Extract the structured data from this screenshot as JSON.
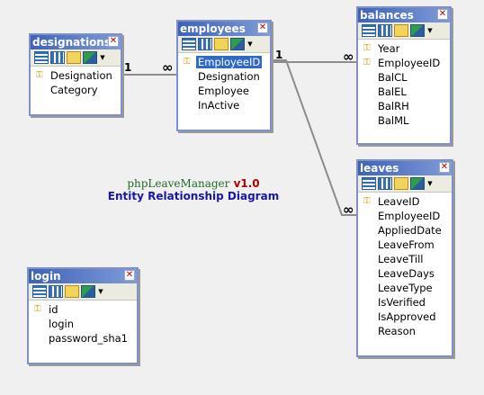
{
  "diagram": {
    "caption": {
      "app": "phpLeaveManager",
      "version": "v1.0",
      "subtitle": "Entity Relationship Diagram"
    },
    "tables": {
      "designations": {
        "title": "designations",
        "fields": [
          {
            "name": "Designation",
            "pk": true
          },
          {
            "name": "Category",
            "pk": false
          }
        ]
      },
      "employees": {
        "title": "employees",
        "fields": [
          {
            "name": "EmployeeID",
            "pk": true,
            "selected": true
          },
          {
            "name": "Designation",
            "pk": false
          },
          {
            "name": "Employee",
            "pk": false
          },
          {
            "name": "InActive",
            "pk": false
          }
        ]
      },
      "balances": {
        "title": "balances",
        "fields": [
          {
            "name": "Year",
            "pk": true
          },
          {
            "name": "EmployeeID",
            "pk": true
          },
          {
            "name": "BalCL",
            "pk": false
          },
          {
            "name": "BalEL",
            "pk": false
          },
          {
            "name": "BalRH",
            "pk": false
          },
          {
            "name": "BalML",
            "pk": false
          }
        ]
      },
      "leaves": {
        "title": "leaves",
        "fields": [
          {
            "name": "LeaveID",
            "pk": true
          },
          {
            "name": "EmployeeID",
            "pk": false
          },
          {
            "name": "AppliedDate",
            "pk": false
          },
          {
            "name": "LeaveFrom",
            "pk": false
          },
          {
            "name": "LeaveTill",
            "pk": false
          },
          {
            "name": "LeaveDays",
            "pk": false
          },
          {
            "name": "LeaveType",
            "pk": false
          },
          {
            "name": "IsVerified",
            "pk": false
          },
          {
            "name": "IsApproved",
            "pk": false
          },
          {
            "name": "Reason",
            "pk": false
          }
        ]
      },
      "login": {
        "title": "login",
        "fields": [
          {
            "name": "id",
            "pk": true
          },
          {
            "name": "login",
            "pk": false
          },
          {
            "name": "password_sha1",
            "pk": false
          }
        ]
      }
    },
    "relationships": [
      {
        "from": "designations",
        "to": "employees",
        "from_card": "1",
        "to_card": "∞"
      },
      {
        "from": "employees",
        "to": "balances",
        "from_card": "1",
        "to_card": "∞"
      },
      {
        "from": "employees",
        "to": "leaves",
        "from_card": "1",
        "to_card": "∞"
      }
    ],
    "icons": {
      "close": "close-icon",
      "primary_key": "key-icon",
      "toolbar": [
        "datasheet-icon",
        "design-view-icon",
        "properties-icon",
        "insert-icon",
        "dropdown-icon"
      ]
    },
    "colors": {
      "title_bar": "#3f62b7",
      "selected": "#316ac5",
      "caption_app": "#1f6b2a",
      "caption_version": "#b00000",
      "caption_subtitle": "#1717a8"
    }
  }
}
